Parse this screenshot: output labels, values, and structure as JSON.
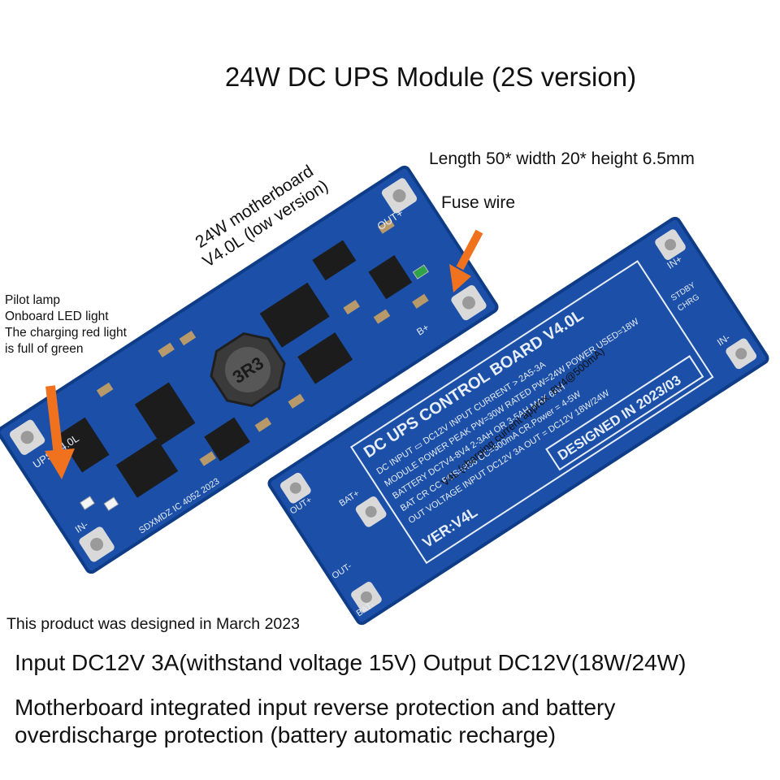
{
  "title": "24W DC UPS Module (2S version)",
  "dimensions_note": "Length 50* width 20* height 6.5mm",
  "fuse_note": "Fuse wire",
  "pilot_note": [
    "Pilot lamp",
    "Onboard LED light",
    "The charging red light",
    "is full of green"
  ],
  "motherboard_label": [
    "24W motherboard",
    "V4.0L (low version)"
  ],
  "v4l_note": "V4L (charging current approx. 8V4@500mA)",
  "design_date_note": "This product was designed in March 2023",
  "spec_line_1": "Input DC12V 3A(withstand voltage 15V) Output DC12V(18W/24W)",
  "spec_line_2": [
    "Motherboard integrated input reverse protection and battery",
    "overdischarge protection (battery automatic recharge)"
  ],
  "front_board": {
    "inductor_label": "3R3",
    "pad_out_plus": "OUT+",
    "pad_in_minus": "IN-",
    "pad_b_plus": "B+",
    "version_text": "UPS V4.0L",
    "footer_text": "SDXMDZ  IC 4052  2023"
  },
  "back_board": {
    "header": "DC UPS CONTROL BOARD V4.0L",
    "rows": [
      "DC INPUT  ▭ DC12V  INPUT CURRENT > 2A5-3A",
      "MODULE POWER  PEAK PW=30W  RATED PW=24W  POWER USED=18W",
      "BATTERY  DC7V4-8V4  2-3AH OR 3-5AH  MAX 6AH",
      "BAT CR CC  PCS=R36  CC=500mA  CR.Power = 4-5W",
      "OUT VOLTAGE  INPUT DC12V 3A  OUT = DC12V 18W/24W"
    ],
    "designed": "DESIGNED IN 2023/03",
    "version": "VER:V4L",
    "pads": [
      "IN+",
      "IN-",
      "OUT+",
      "OUT-",
      "BAT+",
      "BAT-"
    ],
    "status_labels": [
      "STDBY",
      "CHRG"
    ]
  },
  "colors": {
    "pcb_blue": "#1b4fa8",
    "pcb_edge": "#0f3c87",
    "arrow_orange": "#f0721e",
    "silk": "#e8eef8"
  }
}
